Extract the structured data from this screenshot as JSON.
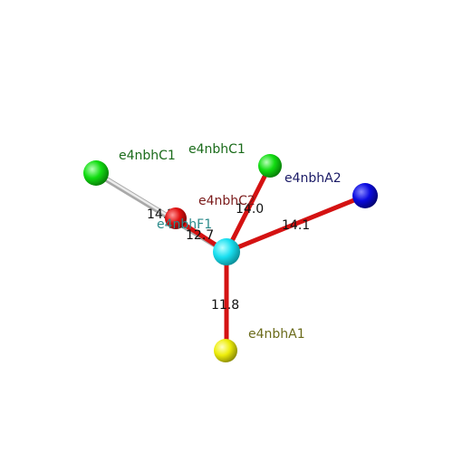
{
  "atoms": {
    "center": {
      "color": "#19dff0"
    },
    "c1": {
      "label": "e4nbhC1",
      "color": "#11dd11",
      "label_color": "#1a6b1a"
    },
    "c1b": {
      "label": "e4nbhC1",
      "color": "#11dd11",
      "label_color": "#1a6b1a"
    },
    "c2": {
      "label": "e4nbhC2",
      "color": "#e01010",
      "label_color": "#7a1a1a"
    },
    "f1": {
      "label": "e4nbhF1",
      "color": "#c8c8c8",
      "label_color": "#2a8a8a"
    },
    "a2": {
      "label": "e4nbhA2",
      "color": "#0a0ae0",
      "label_color": "#1a1a66"
    },
    "a1": {
      "label": "e4nbhA1",
      "color": "#eded0a",
      "label_color": "#6b6b1a"
    }
  },
  "distances": {
    "c1": "14.2",
    "f1": "12.7",
    "c1b": "14.0",
    "a2": "14.1",
    "a1": "11.8"
  },
  "bond_colors": {
    "red": "#d41212",
    "grey": "#c9c9c9"
  }
}
